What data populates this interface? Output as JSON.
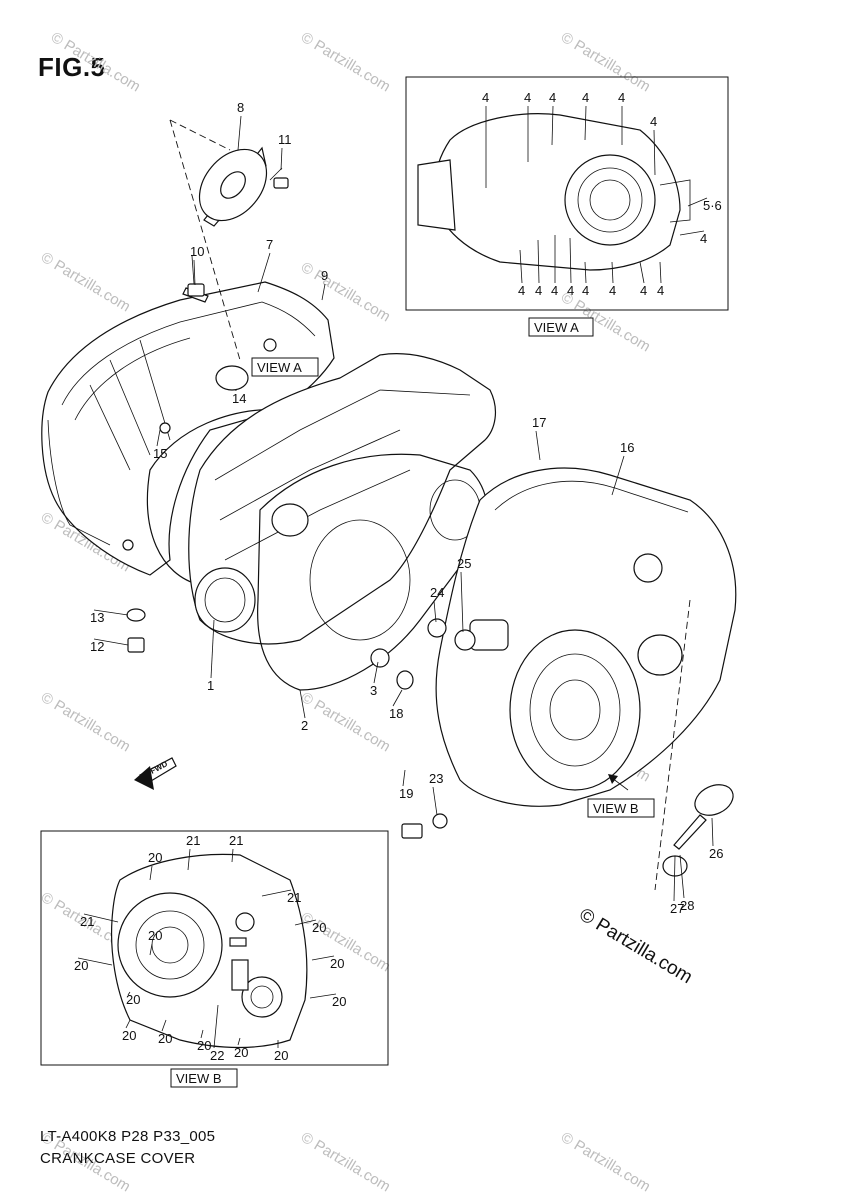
{
  "figure_label": "FIG.5",
  "footer": {
    "code": "LT-A400K8 P28 P33_005",
    "name": "CRANKCASE COVER"
  },
  "view_labels": {
    "inline": "VIEW A",
    "view_a_box": "VIEW A",
    "view_b_main": "VIEW B",
    "view_b_box": "VIEW B"
  },
  "fwd_label": "FWD",
  "copyright": "© Partzilla.com",
  "watermark": "© Partzilla.com",
  "callouts": {
    "main": [
      "1",
      "2",
      "3",
      "7",
      "8",
      "9",
      "10",
      "11",
      "12",
      "13",
      "14",
      "15",
      "16",
      "17",
      "18",
      "19",
      "23",
      "24",
      "25",
      "26",
      "27",
      "28"
    ],
    "view_a": [
      "4",
      "4",
      "4",
      "4",
      "4",
      "4",
      "4",
      "4",
      "4",
      "4",
      "4",
      "4",
      "4",
      "4",
      "4",
      "5·6"
    ],
    "view_b": [
      "20",
      "20",
      "20",
      "20",
      "20",
      "20",
      "20",
      "20",
      "20",
      "20",
      "20",
      "20",
      "21",
      "21",
      "21",
      "21",
      "22"
    ]
  }
}
